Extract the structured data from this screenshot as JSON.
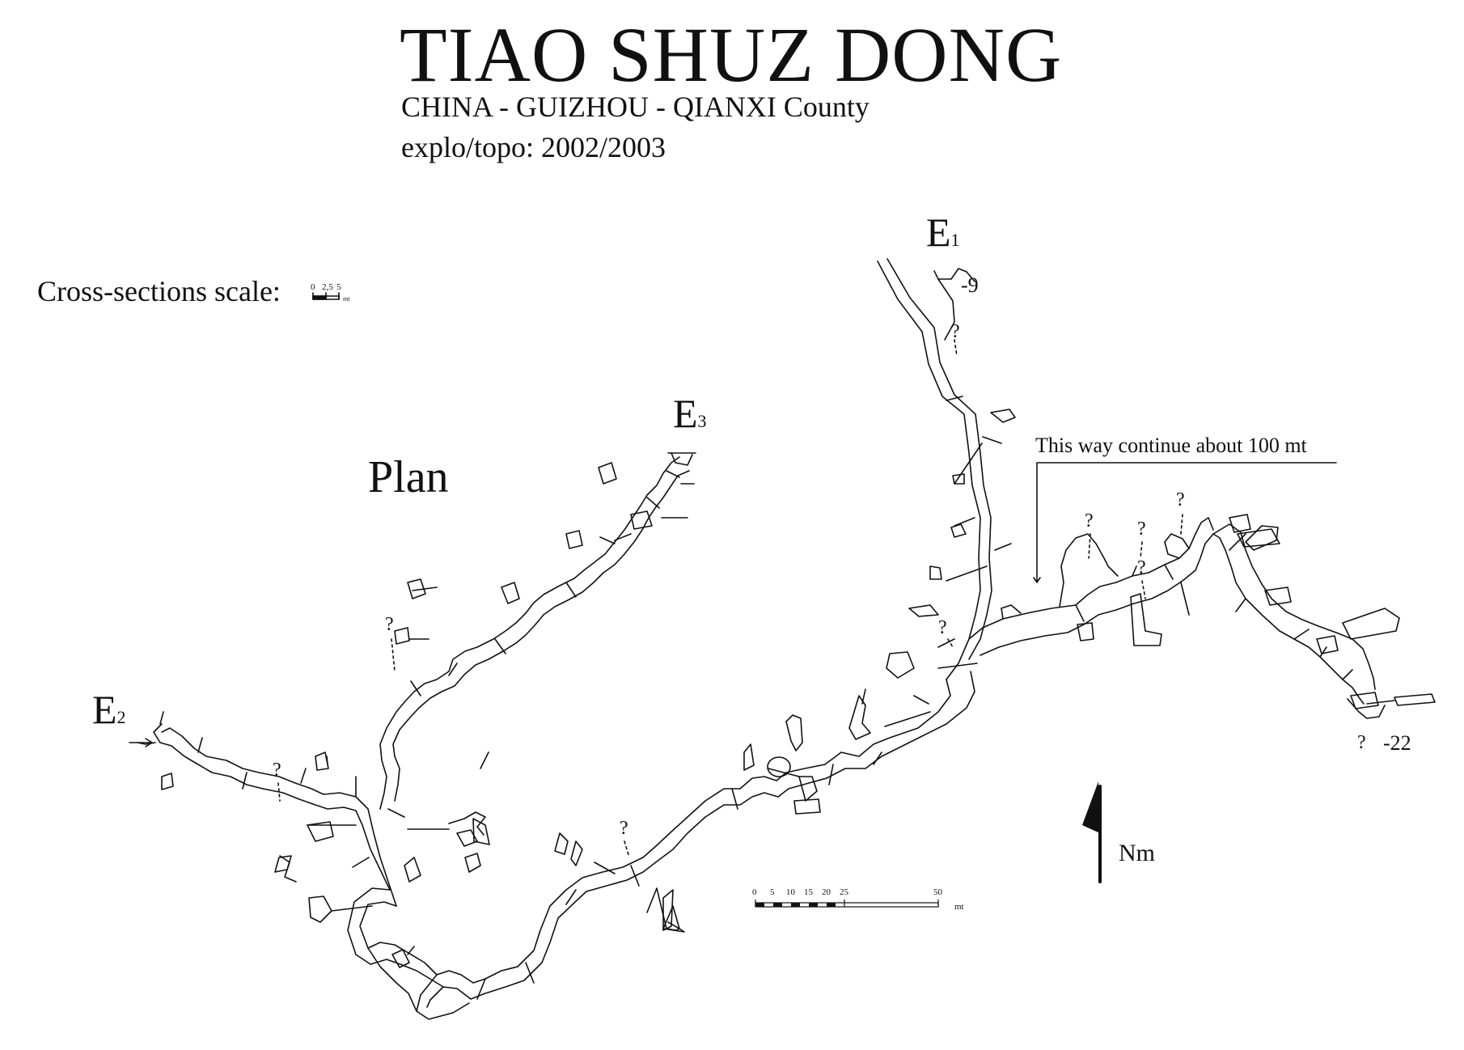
{
  "header": {
    "title": "TIAO SHUZ DONG",
    "location": "CHINA - GUIZHOU - QIANXI County",
    "explo": "explo/topo: 2002/2003"
  },
  "legend": {
    "cross_sections_label": "Cross-sections scale:",
    "cross_sections_ticks": [
      "0",
      "2,5",
      "5"
    ],
    "cross_sections_unit": "mt",
    "plan_label": "Plan",
    "scale_ticks": [
      "0",
      "5",
      "10",
      "15",
      "20",
      "25",
      "50"
    ],
    "scale_unit": "mt",
    "north_label": "Nm"
  },
  "entrances": {
    "e1": {
      "letter": "E",
      "index": "1"
    },
    "e2": {
      "letter": "E",
      "index": "2"
    },
    "e3": {
      "letter": "E",
      "index": "3"
    }
  },
  "annotations": {
    "depth_top": "-9",
    "depth_bottom": "-22",
    "continue_note": "This way continue about 100 mt",
    "unknown": "?"
  },
  "colors": {
    "ink": "#111111",
    "paper": "#ffffff"
  }
}
